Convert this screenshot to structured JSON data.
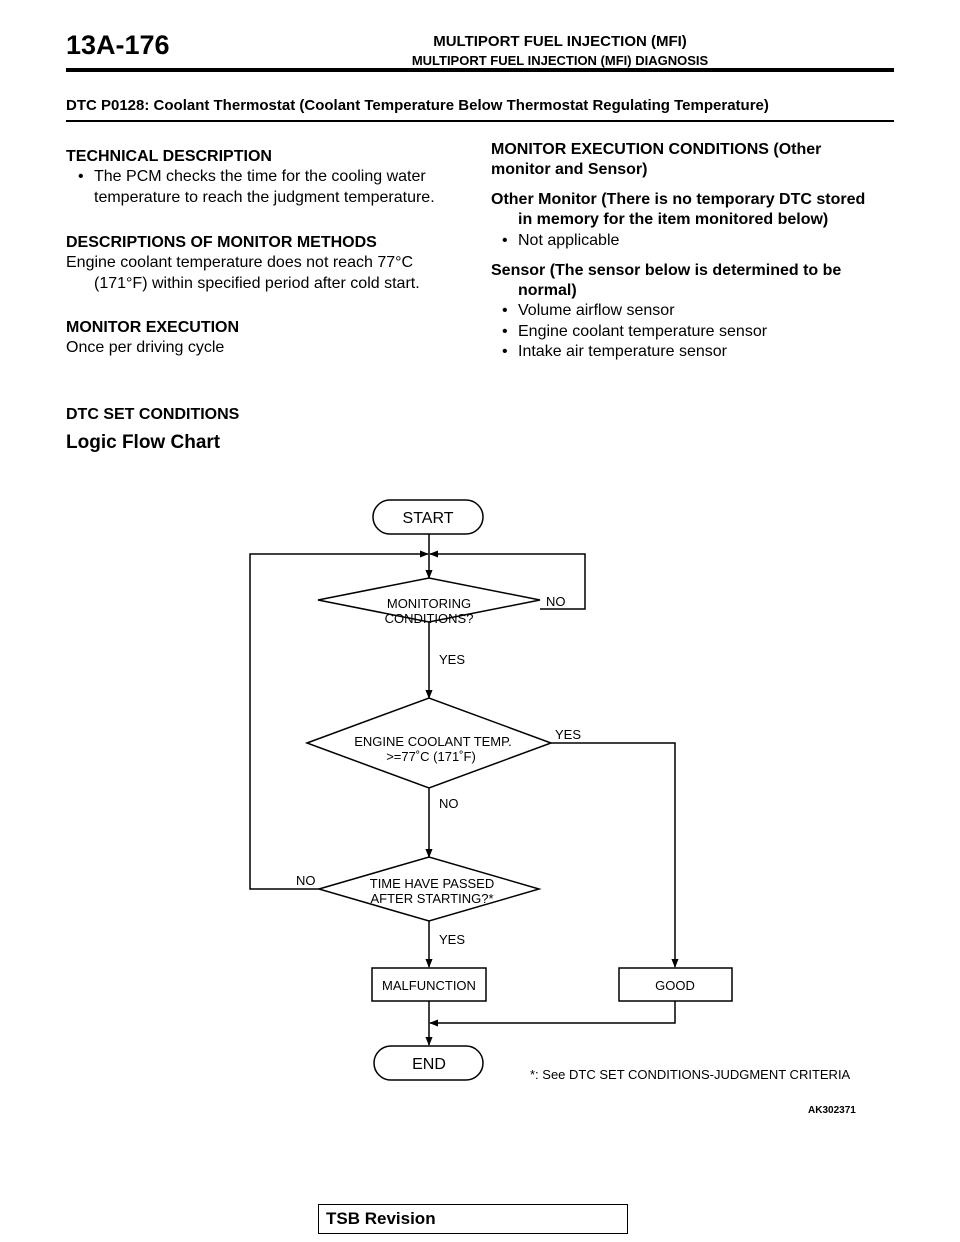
{
  "header": {
    "page_number": "13A-176",
    "section_title": "MULTIPORT FUEL INJECTION (MFI)",
    "subsection_title": "MULTIPORT FUEL INJECTION (MFI) DIAGNOSIS"
  },
  "dtc_title": "DTC P0128: Coolant Thermostat (Coolant Temperature Below Thermostat Regulating Temperature)",
  "left_column": {
    "tech_desc_heading": "TECHNICAL DESCRIPTION",
    "tech_desc_line1": "The PCM checks the time for the cooling water",
    "tech_desc_line2": "temperature to reach the judgment temperature.",
    "monitor_methods_heading": "DESCRIPTIONS OF MONITOR METHODS",
    "monitor_methods_line1": "Engine coolant temperature does not reach 77°C",
    "monitor_methods_line2": "(171°F) within specified period after cold start.",
    "execution_heading": "MONITOR EXECUTION",
    "execution_text": "Once per driving cycle"
  },
  "right_column": {
    "conditions_heading_line1": "MONITOR EXECUTION CONDITIONS (Other",
    "conditions_heading_line2": "monitor and Sensor)",
    "other_monitor_line1": "Other Monitor (There is no temporary DTC stored",
    "other_monitor_line2": "in memory for the item monitored below)",
    "other_monitor_item": "Not applicable",
    "sensor_line1": "Sensor (The sensor below is determined to be",
    "sensor_line2": "normal)",
    "sensor_items": [
      "Volume airflow sensor",
      "Engine coolant temperature sensor",
      "Intake air temperature sensor"
    ]
  },
  "dtc_set_heading": "DTC SET CONDITIONS",
  "logic_heading": "Logic Flow Chart",
  "flowchart": {
    "start": "START",
    "decision1_line1": "MONITORING",
    "decision1_line2": "CONDITIONS?",
    "decision2_line1": "ENGINE COOLANT TEMP.",
    "decision2_line2": ">=77˚C (171˚F)",
    "decision3_line1": "TIME HAVE PASSED",
    "decision3_line2": "AFTER STARTING?*",
    "yes": "YES",
    "no": "NO",
    "malfunction": "MALFUNCTION",
    "good": "GOOD",
    "end": "END",
    "footnote": "*: See DTC SET CONDITIONS-JUDGMENT CRITERIA",
    "figure_id": "AK302371"
  },
  "footer": {
    "revision_label": "TSB Revision"
  }
}
